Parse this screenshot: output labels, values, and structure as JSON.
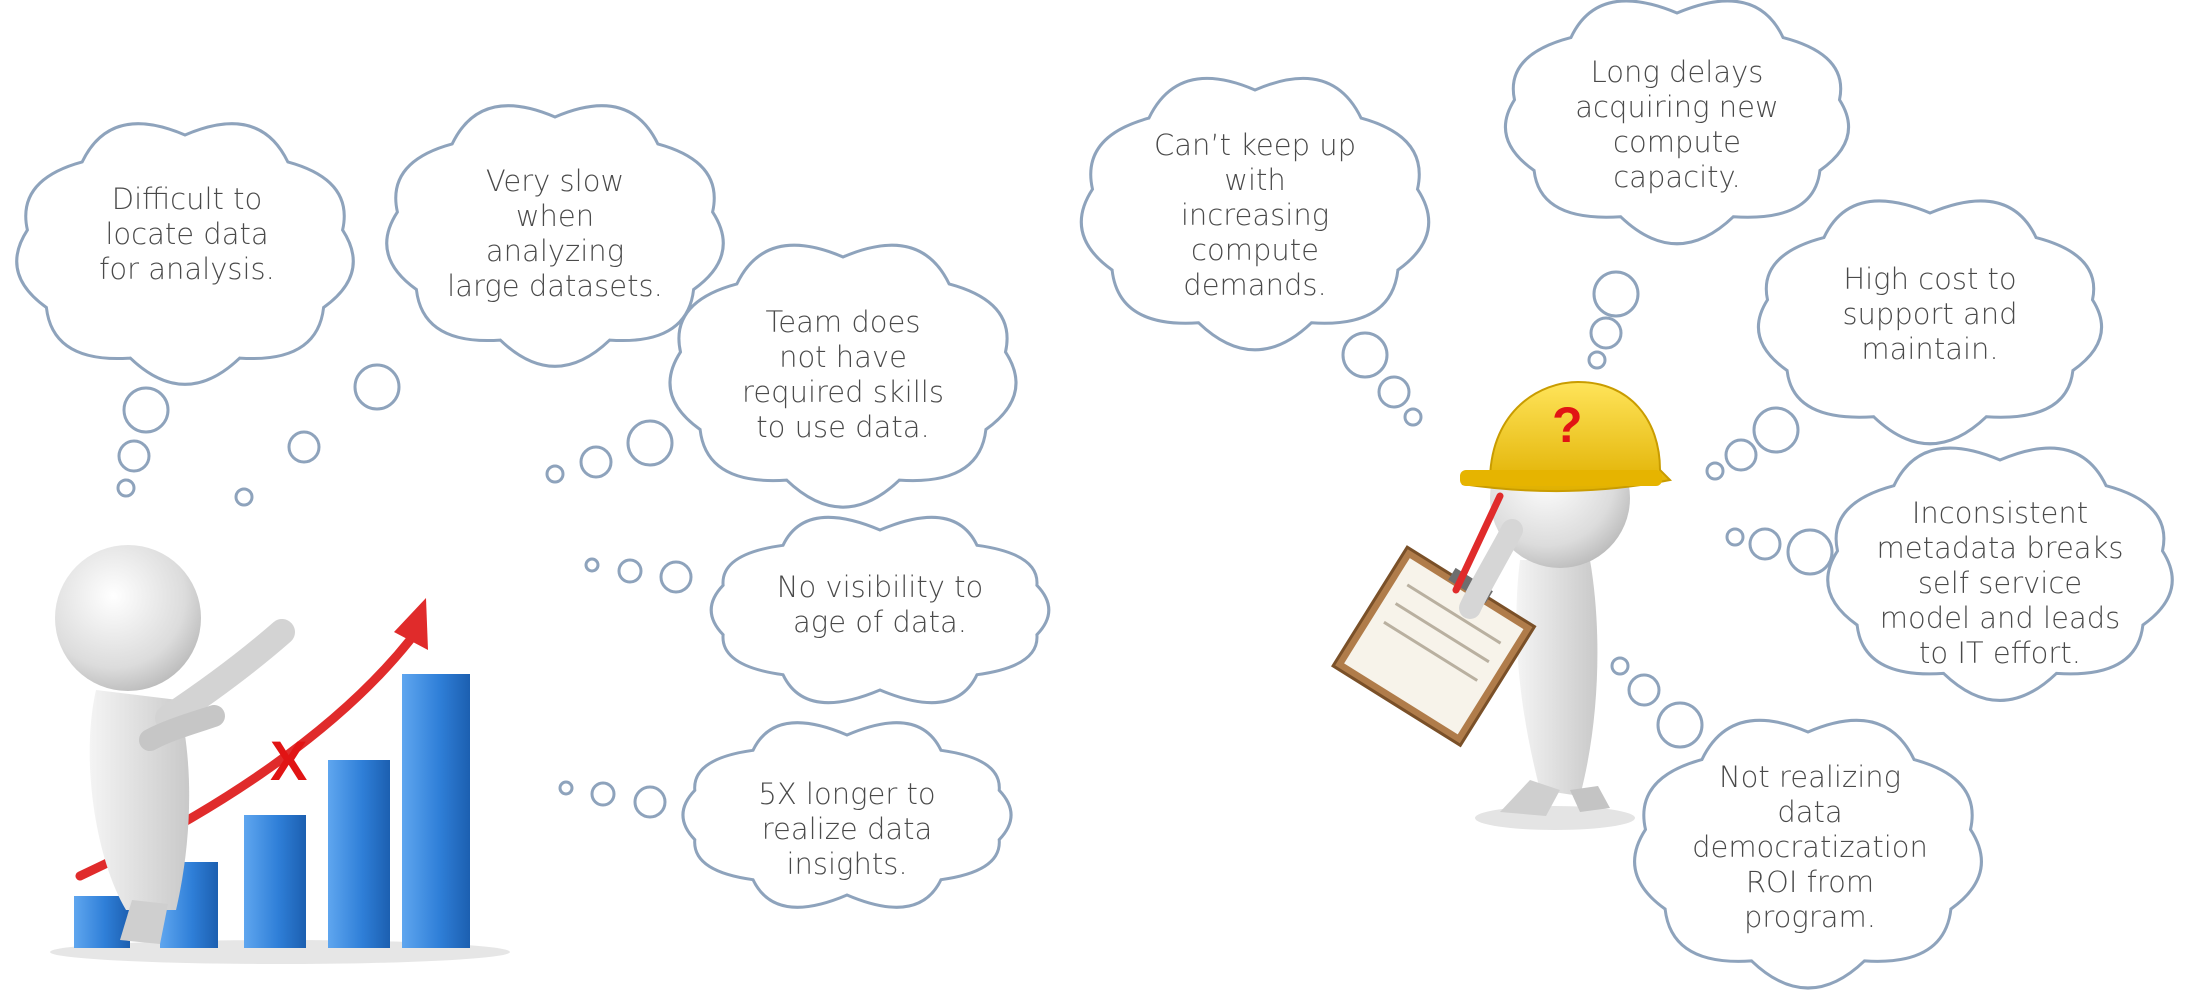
{
  "colors": {
    "cloud_stroke": "#8ea3bc",
    "text": "#4a4a4a",
    "bar_blue": "#2f7fd8",
    "arrow_red": "#e02b2b",
    "helmet_yellow": "#f2c614",
    "mark_red": "#e11414"
  },
  "left_figure": {
    "marker": "X",
    "thoughts": [
      "Difficult to\nlocate data\nfor analysis.",
      "Very slow\nwhen\nanalyzing\nlarge datasets.",
      "Team does\nnot have\nrequired skills\nto use data.",
      "No visibility to\nage of data.",
      "5X longer to\nrealize data\ninsights."
    ]
  },
  "right_figure": {
    "helmet_mark": "?",
    "thoughts": [
      "Can’t keep up\nwith\nincreasing\ncompute\ndemands.",
      "Long delays\nacquiring new\ncompute\ncapacity.",
      "High cost to\nsupport and\nmaintain.",
      "Inconsistent\nmetadata breaks\nself service\nmodel and leads\nto IT effort.",
      "Not realizing\ndata\ndemocratization\nROI from\nprogram."
    ]
  }
}
